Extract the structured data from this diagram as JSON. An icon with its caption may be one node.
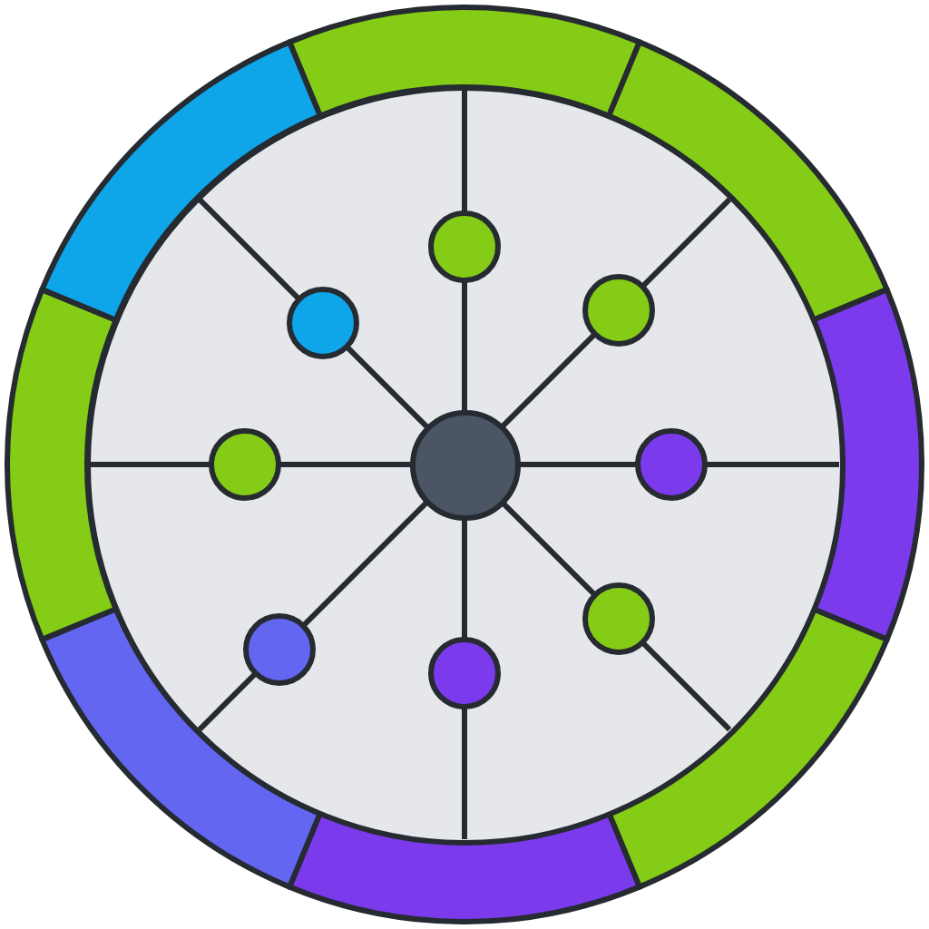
{
  "diagram": {
    "nodes": [
      {
        "text": [],
        "shape": "circle"
      },
      {
        "text": [],
        "shape": "circle",
        "in": 0
      },
      {
        "text": [],
        "shape": "circle",
        "in": 0
      },
      {
        "text": [],
        "shape": "circle",
        "in": 0
      },
      {
        "text": [],
        "shape": "circle",
        "in": 0
      },
      {
        "text": [],
        "shape": "circle",
        "in": 0
      },
      {
        "text": [],
        "shape": "circle",
        "in": 0
      },
      {
        "text": [],
        "shape": "circle",
        "in": 0
      },
      {
        "text": [],
        "shape": "circle",
        "in": 0
      },
      {
        "text": [],
        "shape": "circle",
        "in": 0
      }
    ],
    "edges": [
      {
        "from": 1,
        "to": 2,
        "arrow": "none"
      },
      {
        "from": 2,
        "to": 0,
        "arrow": "none"
      },
      {
        "from": 1,
        "to": 3,
        "arrow": "none"
      },
      {
        "from": 3,
        "to": 0,
        "arrow": "none"
      },
      {
        "from": 1,
        "to": 4,
        "arrow": "none"
      },
      {
        "from": 4,
        "to": 0,
        "arrow": "none"
      },
      {
        "from": 1,
        "to": 5,
        "arrow": "none"
      },
      {
        "from": 5,
        "to": 0,
        "arrow": "none"
      },
      {
        "from": 1,
        "to": 6,
        "arrow": "none"
      },
      {
        "from": 6,
        "to": 0,
        "arrow": "none"
      },
      {
        "from": 1,
        "to": 7,
        "arrow": "none"
      },
      {
        "from": 7,
        "to": 0,
        "arrow": "none"
      },
      {
        "from": 1,
        "to": 8,
        "arrow": "none"
      },
      {
        "from": 8,
        "to": 0,
        "arrow": "none"
      },
      {
        "from": 1,
        "to": 9,
        "arrow": "none"
      },
      {
        "from": 9,
        "to": 0,
        "arrow": "none"
      }
    ]
  }
}
